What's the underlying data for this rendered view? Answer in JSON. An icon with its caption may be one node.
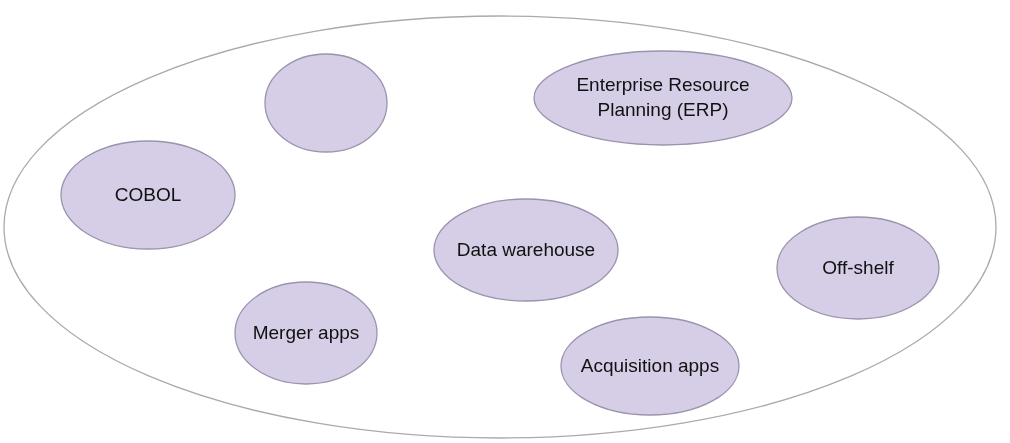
{
  "diagram": {
    "nodes": [
      {
        "text": [],
        "shape": "ellipse"
      },
      {
        "text": [],
        "shape": "ellipse",
        "in": 0
      },
      {
        "text": [
          "Enterprise Resource Planning (ERP)"
        ],
        "in": 0
      },
      {
        "text": [
          "COBOL"
        ],
        "in": 0
      },
      {
        "text": [
          "Data warehouse"
        ],
        "in": 0
      },
      {
        "text": [
          "Off-shelf"
        ],
        "in": 0
      },
      {
        "text": [
          "Merger apps"
        ],
        "in": 0
      },
      {
        "text": [
          "Acquisition apps"
        ],
        "in": 0
      }
    ],
    "edges": []
  }
}
